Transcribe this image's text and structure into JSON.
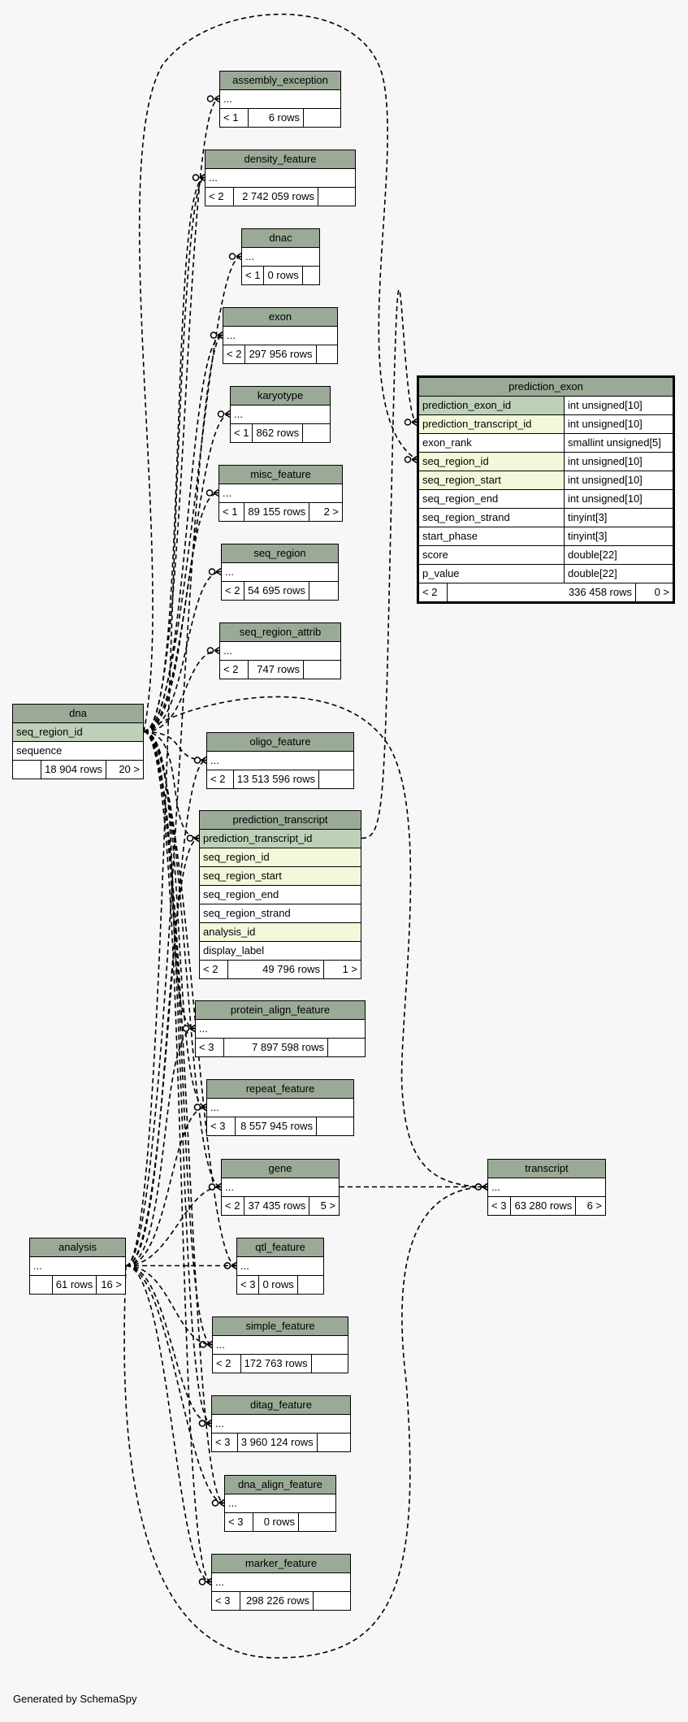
{
  "footer": "Generated by SchemaSpy",
  "tables": [
    {
      "key": "assembly_exception",
      "name": "assembly_exception",
      "columns": [
        {
          "name": "..."
        }
      ],
      "footer": [
        "< 1",
        "6 rows",
        ""
      ]
    },
    {
      "key": "density_feature",
      "name": "density_feature",
      "columns": [
        {
          "name": "..."
        }
      ],
      "footer": [
        "< 2",
        "2 742 059 rows",
        ""
      ]
    },
    {
      "key": "dnac",
      "name": "dnac",
      "columns": [
        {
          "name": "..."
        }
      ],
      "footer": [
        "< 1",
        "0 rows",
        ""
      ]
    },
    {
      "key": "exon",
      "name": "exon",
      "columns": [
        {
          "name": "..."
        }
      ],
      "footer": [
        "< 2",
        "297 956 rows",
        ""
      ]
    },
    {
      "key": "karyotype",
      "name": "karyotype",
      "columns": [
        {
          "name": "..."
        }
      ],
      "footer": [
        "< 1",
        "862 rows",
        ""
      ]
    },
    {
      "key": "misc_feature",
      "name": "misc_feature",
      "columns": [
        {
          "name": "..."
        }
      ],
      "footer": [
        "< 1",
        "89 155 rows",
        "2 >"
      ]
    },
    {
      "key": "seq_region",
      "name": "seq_region",
      "columns": [
        {
          "name": "..."
        }
      ],
      "footer": [
        "< 2",
        "54 695 rows",
        ""
      ]
    },
    {
      "key": "seq_region_attrib",
      "name": "seq_region_attrib",
      "columns": [
        {
          "name": "..."
        }
      ],
      "footer": [
        "< 2",
        "747 rows",
        ""
      ]
    },
    {
      "key": "dna",
      "name": "dna",
      "columns": [
        {
          "name": "seq_region_id",
          "kind": "pk"
        },
        {
          "name": "sequence"
        }
      ],
      "footer": [
        "",
        "18 904 rows",
        "20 >"
      ]
    },
    {
      "key": "oligo_feature",
      "name": "oligo_feature",
      "columns": [
        {
          "name": "..."
        }
      ],
      "footer": [
        "< 2",
        "13 513 596 rows",
        ""
      ]
    },
    {
      "key": "prediction_transcript",
      "name": "prediction_transcript",
      "columns": [
        {
          "name": "prediction_transcript_id",
          "kind": "pk"
        },
        {
          "name": "seq_region_id",
          "kind": "fk"
        },
        {
          "name": "seq_region_start",
          "kind": "fk"
        },
        {
          "name": "seq_region_end"
        },
        {
          "name": "seq_region_strand"
        },
        {
          "name": "analysis_id",
          "kind": "fk"
        },
        {
          "name": "display_label"
        }
      ],
      "footer": [
        "< 2",
        "49 796 rows",
        "1 >"
      ]
    },
    {
      "key": "protein_align_feature",
      "name": "protein_align_feature",
      "columns": [
        {
          "name": "..."
        }
      ],
      "footer": [
        "< 3",
        "7 897 598 rows",
        ""
      ]
    },
    {
      "key": "repeat_feature",
      "name": "repeat_feature",
      "columns": [
        {
          "name": "..."
        }
      ],
      "footer": [
        "< 3",
        "8 557 945 rows",
        ""
      ]
    },
    {
      "key": "gene",
      "name": "gene",
      "columns": [
        {
          "name": "..."
        }
      ],
      "footer": [
        "< 2",
        "37 435 rows",
        "5 >"
      ]
    },
    {
      "key": "analysis",
      "name": "analysis",
      "columns": [
        {
          "name": "..."
        }
      ],
      "footer": [
        "",
        "61 rows",
        "16 >"
      ]
    },
    {
      "key": "qtl_feature",
      "name": "qtl_feature",
      "columns": [
        {
          "name": "..."
        }
      ],
      "footer": [
        "< 3",
        "0 rows",
        ""
      ]
    },
    {
      "key": "simple_feature",
      "name": "simple_feature",
      "columns": [
        {
          "name": "..."
        }
      ],
      "footer": [
        "< 2",
        "172 763 rows",
        ""
      ]
    },
    {
      "key": "ditag_feature",
      "name": "ditag_feature",
      "columns": [
        {
          "name": "..."
        }
      ],
      "footer": [
        "< 3",
        "3 960 124 rows",
        ""
      ]
    },
    {
      "key": "dna_align_feature",
      "name": "dna_align_feature",
      "columns": [
        {
          "name": "..."
        }
      ],
      "footer": [
        "< 3",
        "0 rows",
        ""
      ]
    },
    {
      "key": "marker_feature",
      "name": "marker_feature",
      "columns": [
        {
          "name": "..."
        }
      ],
      "footer": [
        "< 3",
        "298 226 rows",
        ""
      ]
    },
    {
      "key": "transcript",
      "name": "transcript",
      "columns": [
        {
          "name": "..."
        }
      ],
      "footer": [
        "< 3",
        "63 280 rows",
        "6 >"
      ]
    },
    {
      "key": "prediction_exon",
      "name": "prediction_exon",
      "focus": true,
      "columns": [
        {
          "name": "prediction_exon_id",
          "type": "int unsigned[10]",
          "kind": "pk"
        },
        {
          "name": "prediction_transcript_id",
          "type": "int unsigned[10]",
          "kind": "fk"
        },
        {
          "name": "exon_rank",
          "type": "smallint unsigned[5]"
        },
        {
          "name": "seq_region_id",
          "type": "int unsigned[10]",
          "kind": "fk"
        },
        {
          "name": "seq_region_start",
          "type": "int unsigned[10]",
          "kind": "fk"
        },
        {
          "name": "seq_region_end",
          "type": "int unsigned[10]"
        },
        {
          "name": "seq_region_strand",
          "type": "tinyint[3]"
        },
        {
          "name": "start_phase",
          "type": "tinyint[3]"
        },
        {
          "name": "score",
          "type": "double[22]"
        },
        {
          "name": "p_value",
          "type": "double[22]"
        }
      ],
      "footer": [
        "< 2",
        "336 458 rows",
        "0 >"
      ]
    }
  ],
  "relationships": [
    {
      "from": "dna",
      "to": "assembly_exception"
    },
    {
      "from": "dna",
      "to": "density_feature"
    },
    {
      "from": "dna",
      "to": "dnac"
    },
    {
      "from": "dna",
      "to": "exon"
    },
    {
      "from": "dna",
      "to": "karyotype"
    },
    {
      "from": "dna",
      "to": "misc_feature"
    },
    {
      "from": "dna",
      "to": "seq_region"
    },
    {
      "from": "dna",
      "to": "seq_region_attrib"
    },
    {
      "from": "dna",
      "to": "oligo_feature"
    },
    {
      "from": "dna",
      "to": "prediction_transcript"
    },
    {
      "from": "dna",
      "to": "protein_align_feature"
    },
    {
      "from": "dna",
      "to": "repeat_feature"
    },
    {
      "from": "dna",
      "to": "gene"
    },
    {
      "from": "dna",
      "to": "qtl_feature"
    },
    {
      "from": "dna",
      "to": "simple_feature"
    },
    {
      "from": "dna",
      "to": "ditag_feature"
    },
    {
      "from": "dna",
      "to": "dna_align_feature"
    },
    {
      "from": "dna",
      "to": "marker_feature"
    },
    {
      "from": "dna",
      "to": "transcript"
    },
    {
      "from": "dna",
      "to": "prediction_exon"
    },
    {
      "from": "analysis",
      "to": "density_feature"
    },
    {
      "from": "analysis",
      "to": "exon"
    },
    {
      "from": "analysis",
      "to": "oligo_feature"
    },
    {
      "from": "analysis",
      "to": "prediction_transcript"
    },
    {
      "from": "analysis",
      "to": "protein_align_feature"
    },
    {
      "from": "analysis",
      "to": "repeat_feature"
    },
    {
      "from": "analysis",
      "to": "gene"
    },
    {
      "from": "analysis",
      "to": "qtl_feature"
    },
    {
      "from": "analysis",
      "to": "simple_feature"
    },
    {
      "from": "analysis",
      "to": "ditag_feature"
    },
    {
      "from": "analysis",
      "to": "dna_align_feature"
    },
    {
      "from": "analysis",
      "to": "marker_feature"
    },
    {
      "from": "analysis",
      "to": "transcript"
    },
    {
      "from": "prediction_transcript",
      "to": "prediction_exon"
    },
    {
      "from": "gene",
      "to": "transcript"
    }
  ]
}
